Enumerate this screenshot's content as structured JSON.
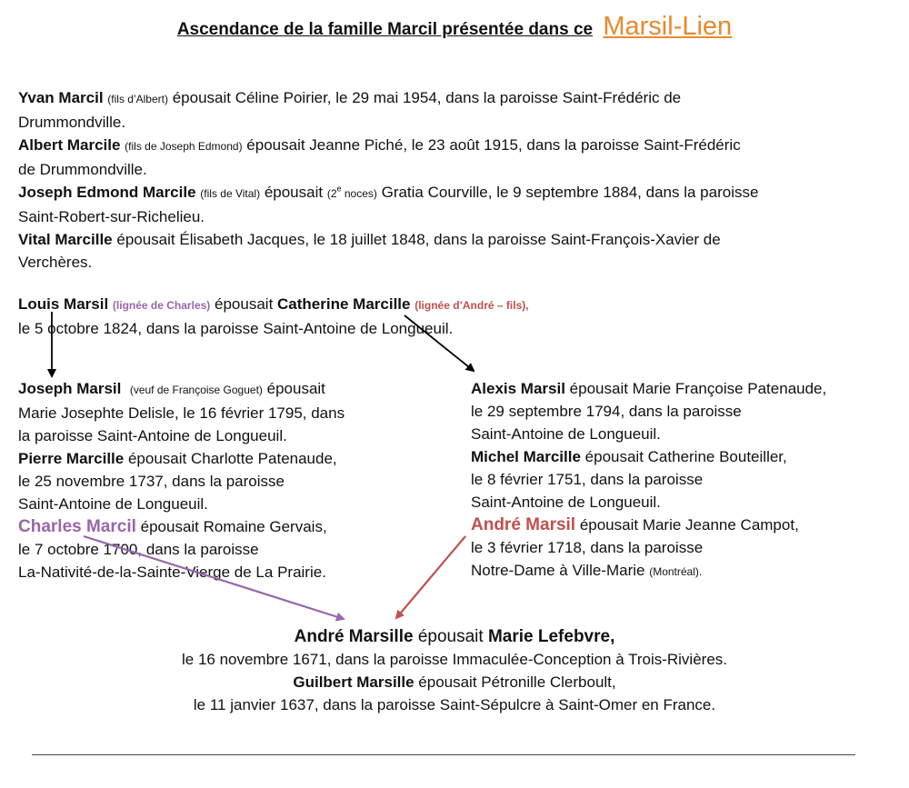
{
  "title": {
    "text": "Ascendance de la famille Marcil présentée dans ce",
    "brand": "Marsil-Lien"
  },
  "top_entries": [
    {
      "name": "Yvan Marcil",
      "note": "(fils d’Albert)",
      "rest": " épousait Céline Poirier, le 29 mai 1954, dans la paroisse Saint-Frédéric de",
      "rest2": "Drummondville."
    },
    {
      "name": "Albert Marcile",
      "note": "(fils de Joseph Edmond)",
      "rest": " épousait Jeanne Piché, le 23 août 1915, dans la paroisse Saint-Frédéric",
      "rest2": "de Drummondville."
    },
    {
      "name": "Joseph Edmond Marcile",
      "note": "(fils de Vital)",
      "mid": " épousait ",
      "noces_num": "(2",
      "noces_sup": "e",
      "noces_txt": " noces)",
      "rest": " Gratia Courville, le 9 septembre 1884, dans la paroisse",
      "rest2": "Saint-Robert-sur-Richelieu."
    },
    {
      "name": "Vital Marcille",
      "rest": " épousait Élisabeth Jacques, le 18 juillet 1848, dans la paroisse Saint-François-Xavier de",
      "rest2": "Verchères."
    }
  ],
  "louis": {
    "name": "Louis Marsil",
    "lignee_charles": "(lignée de Charles)",
    "mid": " épousait ",
    "wife": "Catherine Marcille",
    "lignee_andre": "(lignée d’André – fils),",
    "line2": "le 5 octobre 1824, dans la paroisse Saint-Antoine de Longueuil."
  },
  "left": {
    "joseph_name": "Joseph Marsil",
    "joseph_note": "(veuf de Françoise Goguet)",
    "joseph_rest": " épousait",
    "joseph_l2": "Marie Josephte Delisle, le 16 février 1795, dans",
    "joseph_l3": "la paroisse Saint-Antoine de Longueuil.",
    "pierre_name": "Pierre Marcille",
    "pierre_rest": " épousait Charlotte Patenaude,",
    "pierre_l2": "le 25 novembre 1737, dans la paroisse",
    "pierre_l3": "Saint-Antoine de Longueuil.",
    "charles_name": "Charles Marcil",
    "charles_rest": " épousait Romaine Gervais,",
    "charles_l2": "le 7 octobre 1700, dans la paroisse",
    "charles_l3": "La-Nativité-de-la-Sainte-Vierge de La Prairie."
  },
  "right": {
    "alexis_name": "Alexis Marsil",
    "alexis_rest": " épousait Marie Françoise Patenaude,",
    "alexis_l2": "le 29 septembre 1794, dans la paroisse",
    "alexis_l3": "Saint-Antoine de Longueuil.",
    "michel_name": "Michel Marcille",
    "michel_rest": " épousait Catherine Bouteiller,",
    "michel_l2": "le 8 février 1751, dans la paroisse",
    "michel_l3": "Saint-Antoine de Longueuil.",
    "andre_name": "André Marsil",
    "andre_rest": " épousait Marie Jeanne Campot,",
    "andre_l2": "le 3 février 1718, dans la paroisse",
    "andre_l3": "Notre-Dame à Ville-Marie",
    "andre_l3_note": "(Montréal)."
  },
  "bottom": {
    "andre_name": "André Marsille",
    "andre_mid": " épousait ",
    "andre_wife": "Marie Lefebvre,",
    "andre_l2": "le 16 novembre 1671, dans la paroisse Immaculée-Conception à Trois-Rivières.",
    "guilbert_name": "Guilbert Marsille",
    "guilbert_rest": " épousait Pétronille Clerboult,",
    "guilbert_l2": "le 11 janvier 1637, dans la paroisse Saint-Sépulcre à Saint-Omer en France."
  },
  "colors": {
    "brand": "#e8892c",
    "charles_line": "#9966aa",
    "andre_line": "#c0504d",
    "black_arrow": "#000000"
  }
}
